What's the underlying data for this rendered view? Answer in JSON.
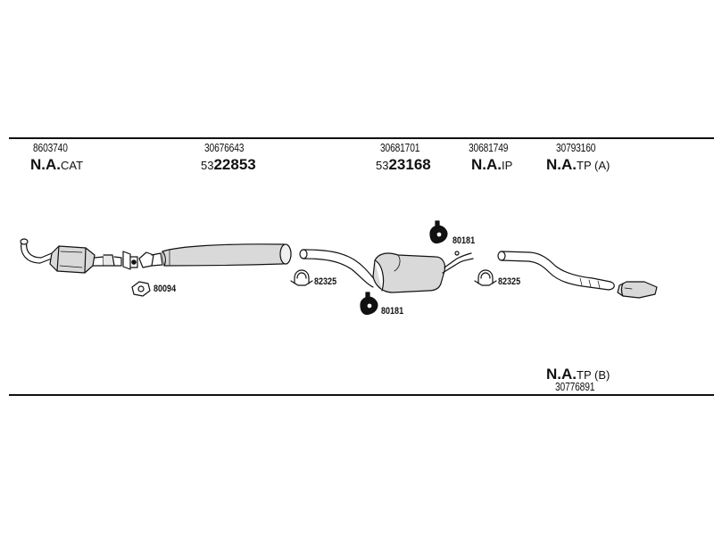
{
  "header": {
    "columns": [
      {
        "number": "8603740",
        "status_bold": "N.A.",
        "status_suffix": "CAT"
      },
      {
        "number": "30676643",
        "prefix": "53",
        "code_bold": "22853"
      },
      {
        "number": "30681701",
        "prefix": "53",
        "code_bold": "23168"
      },
      {
        "number": "30681749",
        "status_bold": "N.A.",
        "status_suffix": "IP"
      },
      {
        "number": "30793160",
        "status_bold": "N.A.",
        "status_suffix": "TP (A)"
      }
    ]
  },
  "footer": {
    "status_bold": "N.A.",
    "status_suffix": "TP (B)",
    "number": "30776891"
  },
  "parts": {
    "gasket": "80094",
    "clamp_left": "82325",
    "clamp_right": "82325",
    "hanger_top": "80181",
    "hanger_bottom": "80181"
  },
  "colors": {
    "line": "#111111",
    "background": "#ffffff",
    "part_fill": "#d9d9d9"
  }
}
